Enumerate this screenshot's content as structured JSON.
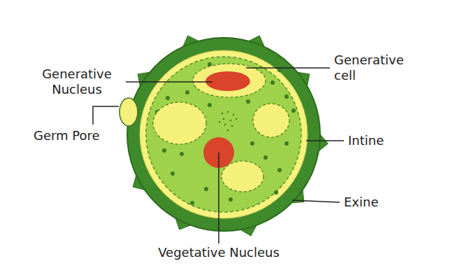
{
  "diagram": {
    "labels": [
      "Generative Nucleus",
      "Generative cell",
      "Germ Pore",
      "Intine",
      "Exine",
      "Vegetative Nucleus"
    ]
  }
}
